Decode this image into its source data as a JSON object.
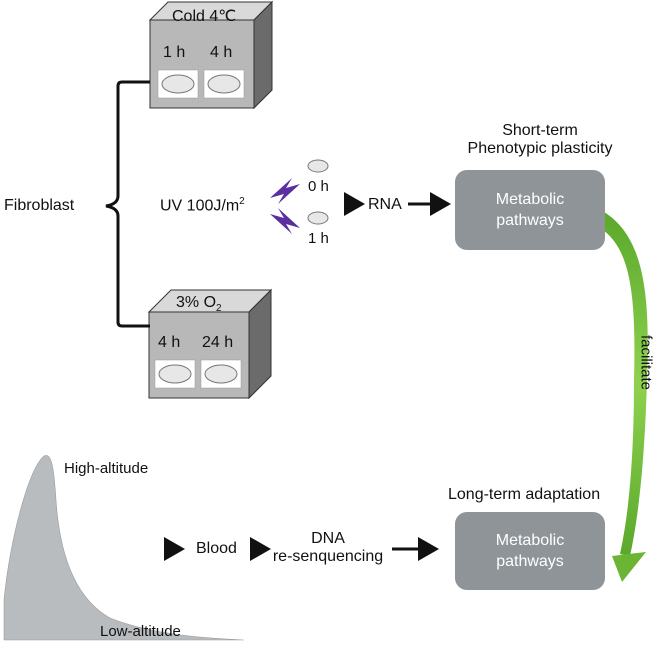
{
  "cold_box": {
    "title": "Cold 4℃",
    "t1": "1 h",
    "t2": "4 h"
  },
  "hypoxia_box": {
    "title_prefix": "3% O",
    "title_sub": "2",
    "t1": "4 h",
    "t2": "24 h"
  },
  "fibroblast": "Fibroblast",
  "uv": {
    "label_prefix": "UV 100J/m",
    "label_sup": "2",
    "t1": "0 h",
    "t2": "1 h"
  },
  "rna": "RNA",
  "short_term": {
    "line1": "Short-term",
    "line2": "Phenotypic plasticity"
  },
  "short_box": {
    "line1": "Metabolic",
    "line2": "pathways"
  },
  "facilitate": "facilitate",
  "long_term": "Long-term adaptation",
  "long_box": {
    "line1": "Metabolic",
    "line2": "pathways"
  },
  "high_altitude": "High-altitude",
  "low_altitude": "Low-altitude",
  "blood": "Blood",
  "dna": {
    "line1": "DNA",
    "line2": "re-senquencing"
  },
  "colors": {
    "box_fill": "#8e9498",
    "arrow_green": "#7cc242",
    "zap_purple": "#5b2fa0",
    "curve_gray": "#b9bcbe"
  }
}
